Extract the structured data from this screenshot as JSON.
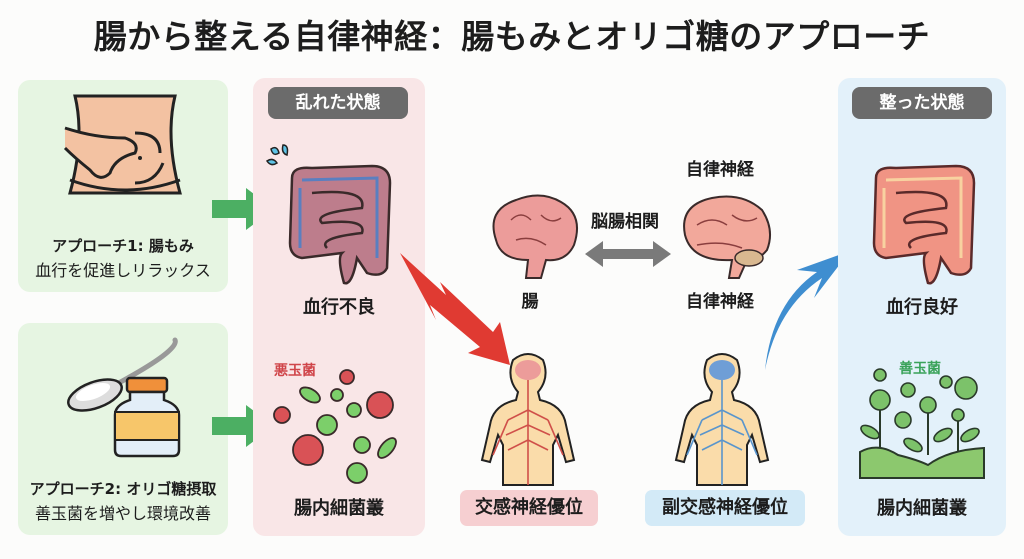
{
  "title": "腸から整える自律神経：腸もみとオリゴ糖のアプローチ",
  "approaches": [
    {
      "title": "アプローチ1: 腸もみ",
      "desc": "血行を促進しリラックス",
      "icon": "abdominal-massage-icon"
    },
    {
      "title": "アプローチ2: オリゴ糖摂取",
      "desc": "善玉菌を増やし環境改善",
      "icon": "oligosaccharide-bottle-icon"
    }
  ],
  "disordered": {
    "tag": "乱れた状態",
    "intestine_label": "血行不良",
    "bacteria_tag": "悪玉菌",
    "bacteria_label": "腸内細菌叢"
  },
  "center": {
    "axis_label": "脳腸相関",
    "left_label": "腸",
    "right_top_label": "自律神経",
    "right_bottom_label": "自律神経",
    "sympathetic": "交感神経優位",
    "parasympathetic": "副交感神経優位"
  },
  "balanced": {
    "tag": "整った状態",
    "intestine_label": "血行良好",
    "bacteria_tag": "善玉菌",
    "bacteria_label": "腸内細菌叢"
  },
  "colors": {
    "green_arrow": "#4caf63",
    "red_arrow": "#e03a32",
    "blue_arrow": "#3f8ed0",
    "sympathetic_badge": "#f6cfd1",
    "parasympathetic_badge": "#d3eaf7",
    "bad_bacteria_text": "#d0454a",
    "good_bacteria_text": "#3aa35a"
  }
}
